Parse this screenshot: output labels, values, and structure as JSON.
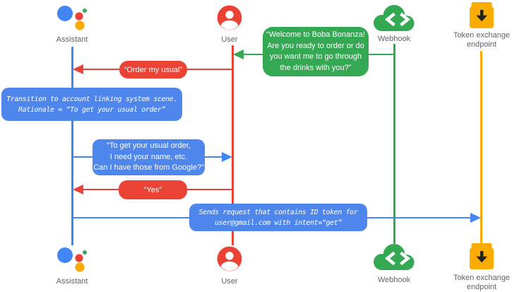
{
  "actors": [
    {
      "id": "assistant",
      "label": "Assistant",
      "icon": "google-assistant-logo",
      "color": "#4285f4"
    },
    {
      "id": "user",
      "label": "User",
      "icon": "user-account-circle",
      "color": "#ea4335"
    },
    {
      "id": "webhook",
      "label": "Webhook",
      "icon": "webhook-cloud-code",
      "color": "#34a853"
    },
    {
      "id": "token",
      "label": "Token exchange\nendpoint",
      "icon": "token-exchange-download-box",
      "color": "#f9ab00"
    }
  ],
  "messages": [
    {
      "id": "welcome",
      "from": "webhook",
      "to": "user",
      "kind": "speech",
      "color": "#34a853",
      "text": "“Welcome to Boba Bonanza!\nAre you ready to order or do\nyou want me to go through\nthe drinks with you?”"
    },
    {
      "id": "order-my-usual",
      "from": "user",
      "to": "assistant",
      "kind": "speech",
      "color": "#ea4335",
      "text": "“Order my usual”"
    },
    {
      "id": "transition-note",
      "from": "assistant",
      "to": "assistant",
      "kind": "note",
      "color": "#4e86ec",
      "text": "Transition to account linking system scene.\nRationale = “To get your usual order”"
    },
    {
      "id": "ask-google-data",
      "from": "assistant",
      "to": "user",
      "kind": "speech",
      "color": "#4e86ec",
      "text": "“To get your usual order,\nI need your name, etc.\nCan I have those from Google?”"
    },
    {
      "id": "yes",
      "from": "user",
      "to": "assistant",
      "kind": "speech",
      "color": "#ea4335",
      "text": "“Yes”"
    },
    {
      "id": "sends-request",
      "from": "assistant",
      "to": "token",
      "kind": "note",
      "color": "#4e86ec",
      "text": "Sends request that contains ID token for\nuser@gmail.com with intent=“get”"
    }
  ],
  "colors": {
    "blue": "#4285f4",
    "bubble_blue": "#4e86ec",
    "red": "#ea4335",
    "green": "#34a853",
    "yellow": "#f9ab00",
    "label_text": "#5f6368",
    "bubble_text": "#ffffff",
    "background": "#ffffff"
  }
}
